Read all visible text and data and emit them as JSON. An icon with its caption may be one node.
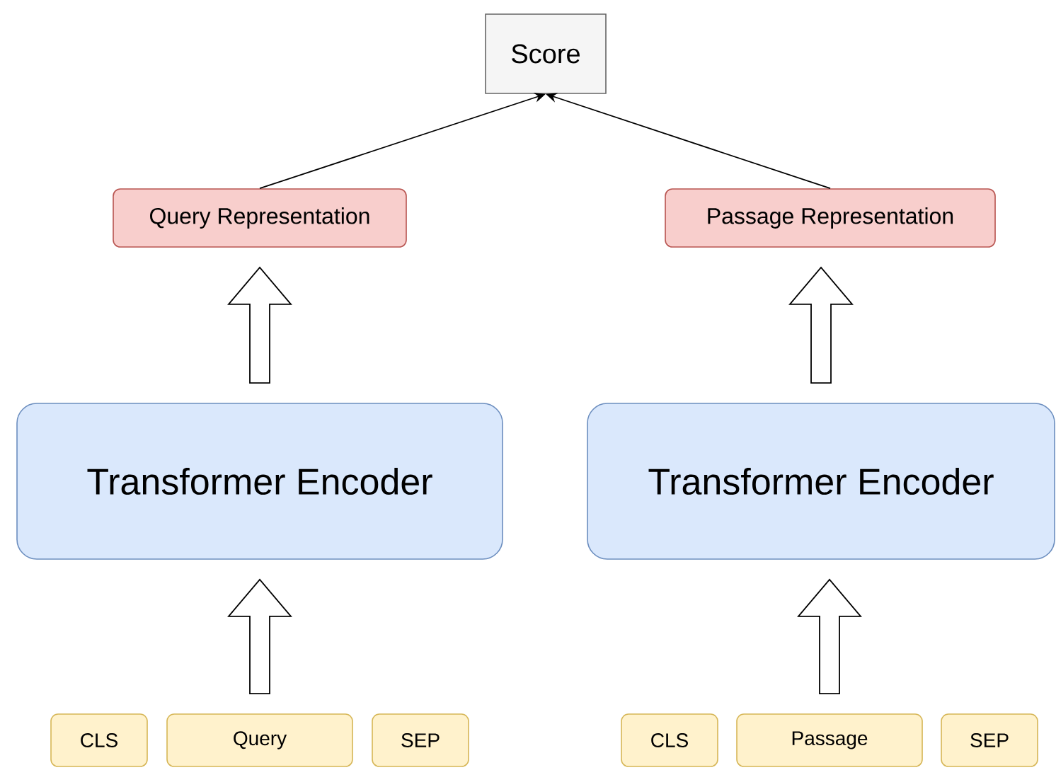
{
  "diagram": {
    "nodes": [
      {
        "text": [
          "Score"
        ]
      },
      {
        "text": [
          "Query Representation"
        ]
      },
      {
        "text": [
          "Passage Representation"
        ]
      },
      {
        "text": [
          "Transformer Encoder"
        ]
      },
      {
        "text": [
          "Transformer Encoder"
        ]
      },
      {
        "text": [
          "CLS"
        ]
      },
      {
        "text": [
          "Query"
        ]
      },
      {
        "text": [
          "SEP"
        ]
      },
      {
        "text": [
          "CLS"
        ]
      },
      {
        "text": [
          "Passage"
        ]
      },
      {
        "text": [
          "SEP"
        ]
      }
    ],
    "edges": [
      {
        "from": 1,
        "to": 0,
        "arrow": "to"
      },
      {
        "from": 2,
        "to": 0,
        "arrow": "to"
      },
      {
        "from": 3,
        "to": 1,
        "arrow": "to",
        "style": "thick"
      },
      {
        "from": 4,
        "to": 2,
        "arrow": "to",
        "style": "thick"
      },
      {
        "from": 6,
        "to": 3,
        "arrow": "to",
        "style": "thick"
      },
      {
        "from": 9,
        "to": 4,
        "arrow": "to",
        "style": "thick"
      }
    ]
  }
}
